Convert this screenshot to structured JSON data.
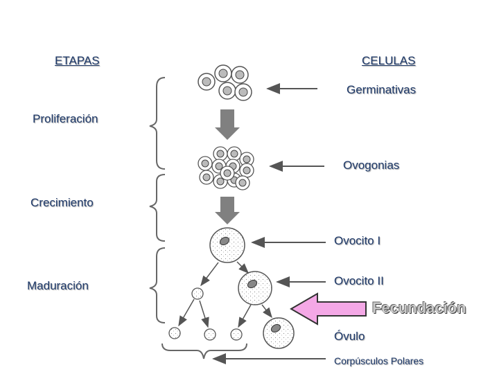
{
  "headers": {
    "etapas": "ETAPAS",
    "celulas": "CELULAS"
  },
  "stages": [
    "Proliferación",
    "Crecimiento",
    "Maduración"
  ],
  "cells": {
    "germinativas": "Germinativas",
    "ovogonias": "Ovogonias",
    "ovocito1": "Ovocito I",
    "ovocito2": "Ovocito II",
    "ovulo": "Óvulo",
    "corpusculos": "Corpúsculos Polares"
  },
  "fecundacion": "Fecundación",
  "colors": {
    "text": "#1f3a6a",
    "arrow_gray": "#808080",
    "fecundacion_arrow": "#f4a8e6",
    "cell_outline": "#555555"
  }
}
